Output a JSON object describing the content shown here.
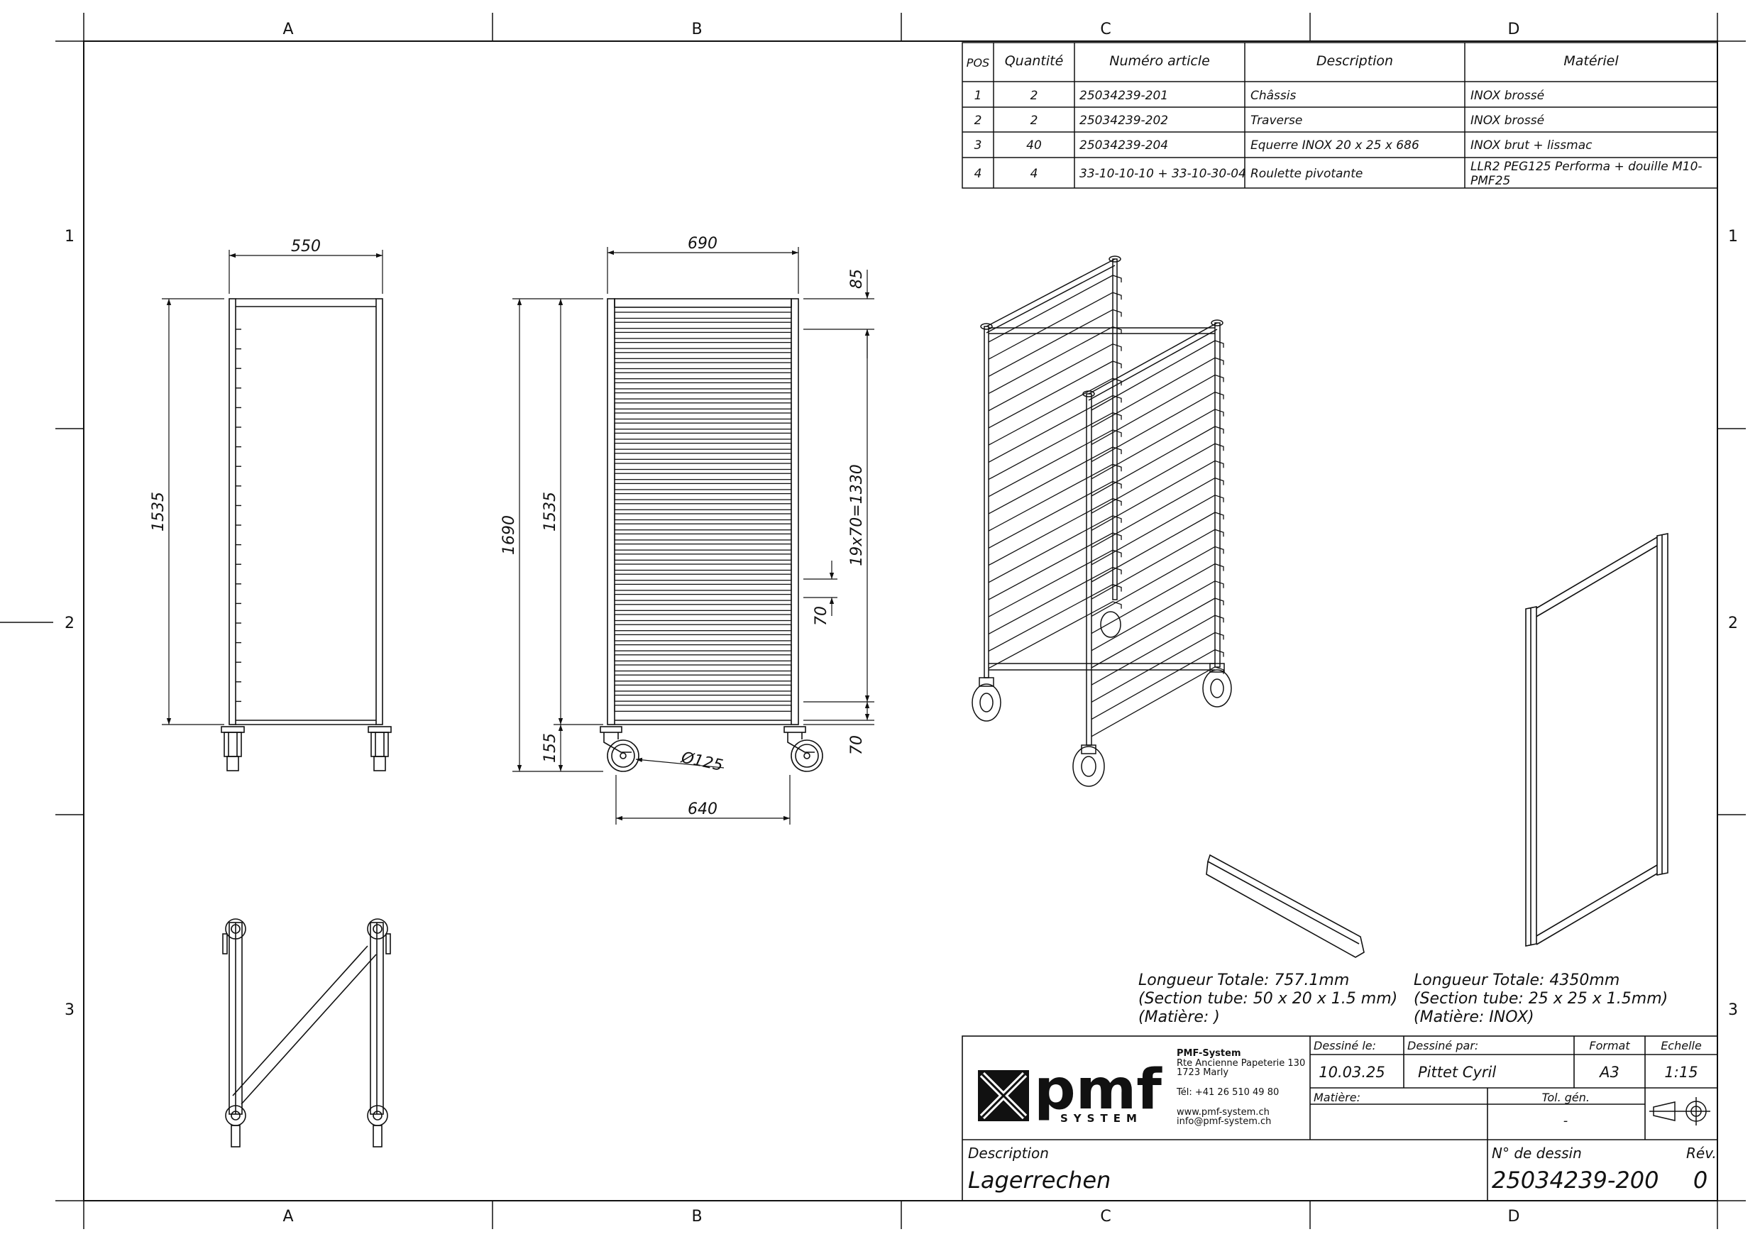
{
  "grid": {
    "columns": [
      "A",
      "B",
      "C",
      "D"
    ],
    "rows": [
      "1",
      "2",
      "3"
    ]
  },
  "bom": {
    "headers": {
      "pos": "POS",
      "qty": "Quantité",
      "article": "Numéro article",
      "desc": "Description",
      "material": "Matériel"
    },
    "rows": [
      {
        "pos": "1",
        "qty": "2",
        "article": "25034239-201",
        "desc": "Châssis",
        "material": "INOX brossé"
      },
      {
        "pos": "2",
        "qty": "2",
        "article": "25034239-202",
        "desc": "Traverse",
        "material": "INOX brossé"
      },
      {
        "pos": "3",
        "qty": "40",
        "article": "25034239-204",
        "desc": "Equerre INOX 20 x 25 x 686",
        "material": "INOX brut + lissmac"
      },
      {
        "pos": "4",
        "qty": "4",
        "article": "33-10-10-10 + 33-10-30-04",
        "desc": "Roulette pivotante",
        "material_line1": "LLR2 PEG125 Performa + douille M10-",
        "material_line2": "PMF25"
      }
    ]
  },
  "dimensions": {
    "side_width": "550",
    "side_height": "1535",
    "front_width_top": "690",
    "front_total_height": "1690",
    "front_frame_height": "1535",
    "top_offset": "85",
    "pitch_series": "19x70=1330",
    "pitch_single": "70",
    "bottom_offset": "70",
    "caster_height": "155",
    "wheel_diameter": "Ø125",
    "wheel_base": "640"
  },
  "part_notes": {
    "traverse": {
      "length": "Longueur Totale: 757.1mm",
      "section": "(Section tube: 50 x 20 x 1.5 mm)",
      "material": "(Matière: )"
    },
    "chassis": {
      "length": "Longueur Totale: 4350mm",
      "section": "(Section tube: 25 x 25 x 1.5mm)",
      "material": "(Matière: INOX)"
    }
  },
  "title_block": {
    "logo_text": "pmf",
    "logo_subtext": "SYSTEM",
    "company": {
      "name": "PMF-System",
      "address1": "Rte Ancienne Papeterie 130",
      "address2": "1723 Marly",
      "phone": "Tél:  +41 26 510 49 80",
      "web": "www.pmf-system.ch",
      "email": "info@pmf-system.ch"
    },
    "drawn_on_label": "Dessiné le:",
    "drawn_on_value": "10.03.25",
    "drawn_by_label": "Dessiné par:",
    "drawn_by_value": "Pittet Cyril",
    "format_label": "Format",
    "format_value": "A3",
    "scale_label": "Echelle",
    "scale_value": "1:15",
    "material_label": "Matière:",
    "tolerance_label": "Tol. gén.",
    "tolerance_value": "-",
    "description_label": "Description",
    "description_value": "Lagerrechen",
    "drawing_no_label": "N° de dessin",
    "drawing_no_value": "25034239-200",
    "revision_label": "Rév.",
    "revision_value": "0"
  }
}
